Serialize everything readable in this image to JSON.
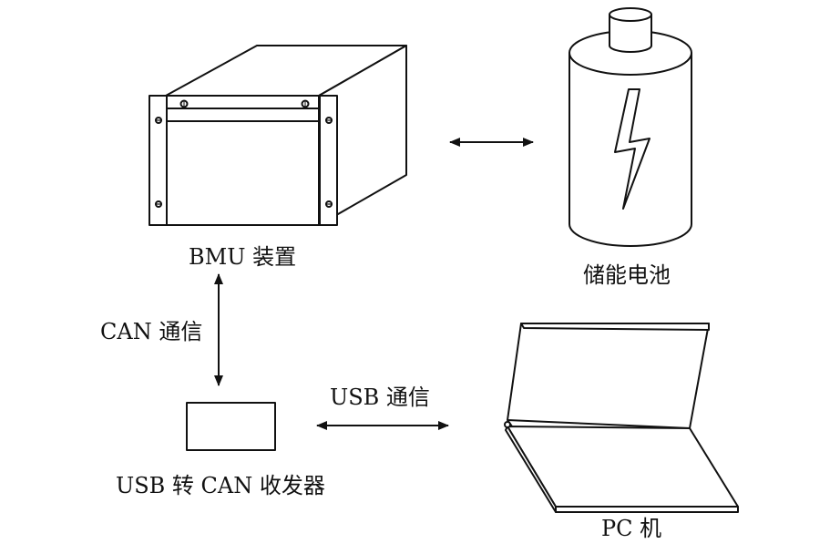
{
  "nodes": {
    "bmu": {
      "label": "BMU 装置"
    },
    "battery": {
      "label": "储能电池"
    },
    "usb_can": {
      "label": "USB 转 CAN 收发器"
    },
    "pc": {
      "label": "PC 机"
    }
  },
  "edges": {
    "can": {
      "label": "CAN 通信"
    },
    "usb": {
      "label": "USB 通信"
    },
    "bmu_battery": {
      "label": ""
    }
  }
}
